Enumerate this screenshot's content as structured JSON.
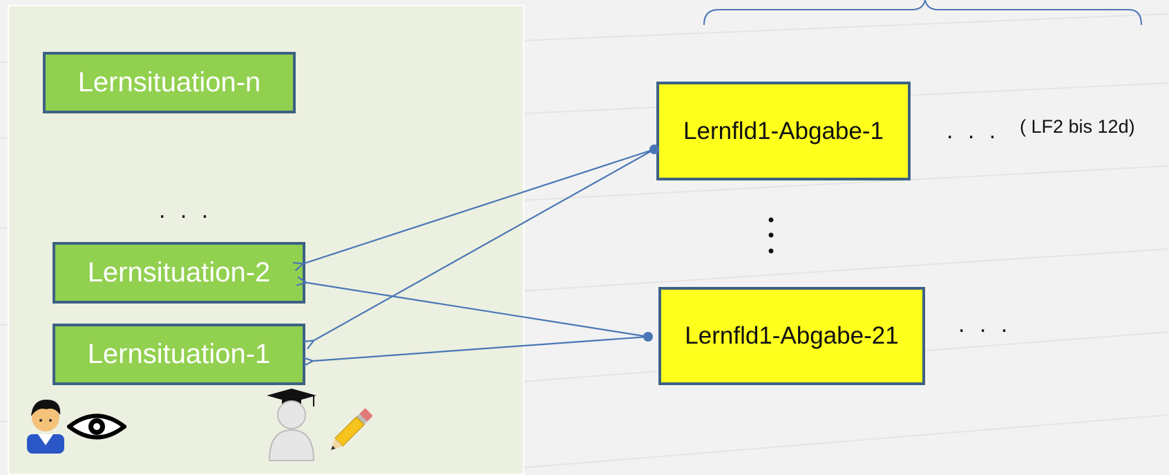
{
  "colors": {
    "green_box": "#92d050",
    "yellow_box": "#ffff1e",
    "box_border": "#3d6184",
    "arrow": "#4a76b5",
    "panel": "#ebf0e0"
  },
  "learning_situations": [
    {
      "label": "Lernsituation-n"
    },
    {
      "label": "Lernsituation-2"
    },
    {
      "label": "Lernsituation-1"
    }
  ],
  "submissions": [
    {
      "label": "Lernfld1-Abgabe-1"
    },
    {
      "label": "Lernfld1-Abgabe-21"
    }
  ],
  "ellipsis": {
    "left_column": ". . .",
    "row_1": ". . .",
    "row_21": ". . ."
  },
  "fields_note": "( LF2 bis 12d)",
  "icons": {
    "viewer": "student-person-icon",
    "eye": "eye-icon",
    "teacher": "graduate-person-icon",
    "pencil": "pencil-icon"
  }
}
